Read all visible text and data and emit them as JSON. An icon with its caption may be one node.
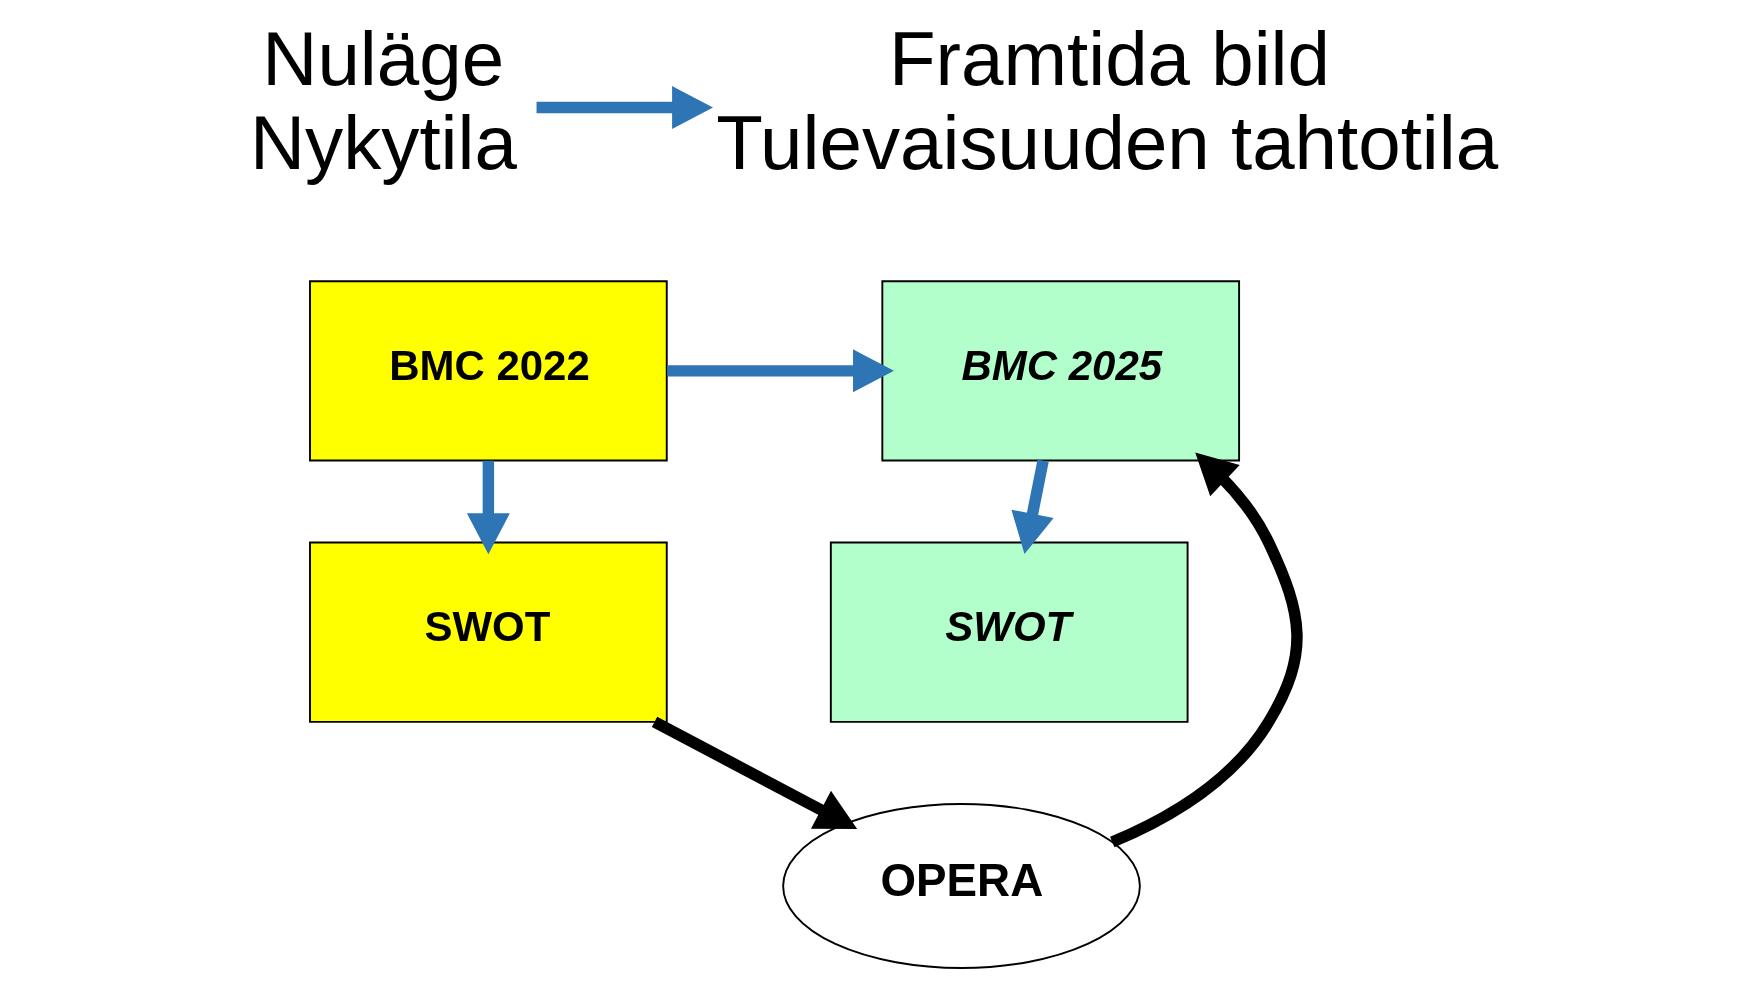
{
  "diagram": {
    "nodes": [
      {
        "text": [
          "Nuläge",
          "Nykytila"
        ]
      },
      {
        "text": [
          "Framtida bild",
          "Tulevaisuuden tahtotila"
        ]
      },
      {
        "text": [
          "BMC 2022"
        ]
      },
      {
        "text": [
          "SWOT"
        ]
      },
      {
        "text": [
          "BMC 2025"
        ]
      },
      {
        "text": [
          "SWOT"
        ]
      },
      {
        "text": [
          "OPERA"
        ]
      }
    ],
    "edges": [
      {
        "from": 0,
        "to": 1,
        "arrow": "to"
      },
      {
        "from": 2,
        "to": 4,
        "arrow": "to"
      },
      {
        "from": 2,
        "to": 3,
        "arrow": "to"
      },
      {
        "from": 4,
        "to": 5,
        "arrow": "to"
      },
      {
        "from": 3,
        "to": 6,
        "arrow": "to",
        "color": "#000000"
      },
      {
        "from": 6,
        "to": 4,
        "arrow": "to",
        "color": "#000000"
      }
    ]
  }
}
